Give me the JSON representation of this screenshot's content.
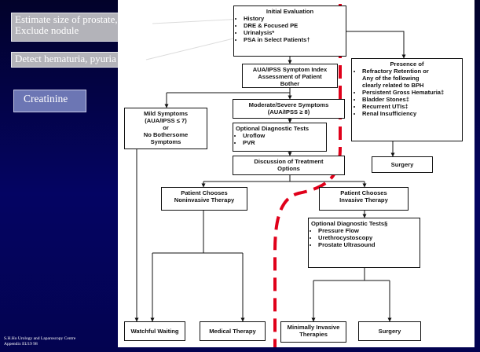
{
  "annotations": {
    "prostate_line1": "Estimate size of prostate,",
    "prostate_line2": "Exclude nodule",
    "hematuria": "Detect hematuria, pyuria",
    "creatinine": "Creatinine"
  },
  "credit": {
    "line1": "S.H.Ho Urology and Laparoscopy Centre",
    "line2": "Appendix EU19 98"
  },
  "flowchart": {
    "initial_evaluation": {
      "title": "Initial Evaluation",
      "items": [
        "History",
        "DRE & Focused PE",
        "Urinalysis*",
        "PSA in Select Patients†"
      ]
    },
    "symptom_index": {
      "line1": "AUA/IPSS Symptom Index",
      "line2": "Assessment of Patient",
      "line3": "Bother"
    },
    "mild": {
      "line1": "Mild Symptoms",
      "line2": "(AUA/IPSS ≤ 7)",
      "line3": "or",
      "line4": "No Bothersome",
      "line5": "Symptoms"
    },
    "moderate": {
      "line1": "Moderate/Severe Symptoms",
      "line2": "(AUA/IPSS ≥ 8)"
    },
    "optional_tests": {
      "title": "Optional Diagnostic Tests",
      "items": [
        "Uroflow",
        "PVR"
      ]
    },
    "discussion": {
      "line1": "Discussion of Treatment",
      "line2": "Options"
    },
    "presence": {
      "line1": "Presence of",
      "line2": "Refractory Retention or",
      "line3": "Any of the following",
      "line4": "clearly related to BPH",
      "items": [
        "Persistent Gross Hematuria‡",
        "Bladder Stones‡",
        "Recurrent UTIs‡",
        "Renal Insufficiency"
      ]
    },
    "surgery_top": "Surgery",
    "noninvasive": {
      "line1": "Patient Chooses",
      "line2": "Noninvasive Therapy"
    },
    "invasive": {
      "line1": "Patient Chooses",
      "line2": "Invasive Therapy"
    },
    "optional_tests_2": {
      "title": "Optional Diagnostic Tests§",
      "items": [
        "Pressure Flow",
        "Urethrocystoscopy",
        "Prostate Ultrasound"
      ]
    },
    "watchful_waiting": "Watchful Waiting",
    "medical_therapy": "Medical Therapy",
    "minimally_invasive": {
      "line1": "Minimally Invasive",
      "line2": "Therapies"
    },
    "surgery_bottom": "Surgery"
  },
  "colors": {
    "background": "#040463",
    "dashed_line": "#e0001a",
    "gray_note": "#b3b3b9",
    "blue_note": "#6c76b4"
  }
}
